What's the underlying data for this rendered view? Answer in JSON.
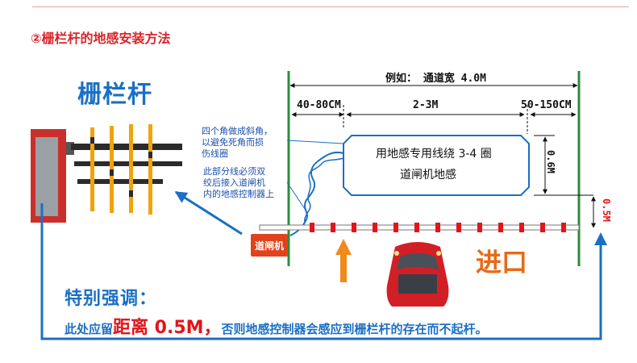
{
  "section_title": "②栅栏杆的地感安装方法",
  "barrier_label": "栅栏杆",
  "lane_width_label": "例如： 通道宽 4.0M",
  "gap_left_label": "40-80CM",
  "gap_middle_label": "2-3M",
  "gap_right_label": "50-150CM",
  "loop_height_label": "0.6M",
  "side_distance_label": "0.5M",
  "corner_note": [
    "四个角做成斜角，",
    "以避免死角而损",
    "伤线圈"
  ],
  "twist_note": [
    "此部分线必须双",
    "绞后接入道闸机",
    "内的地感控制器上"
  ],
  "loop_text": [
    "用地感专用线绕 3-4 圈",
    "道闸机地感"
  ],
  "controller_label": "道闸机",
  "entrance_label": "进口",
  "emphasis_title": "特别强调：",
  "warning": {
    "before": "此处应留",
    "highlight": "距离 0.5M，",
    "after": "否则地感控制器会感应到栅栏杆的存在而不起杆。"
  },
  "colors": {
    "title_red": "#d8262b",
    "accent_blue": "#1b6fc4",
    "lane_green": "#2e8b3d",
    "entrance_orange": "#e76a16",
    "car_red": "#d21f25"
  },
  "icons": [
    "barrier-gate-icon",
    "car-icon",
    "up-arrow-icon"
  ]
}
